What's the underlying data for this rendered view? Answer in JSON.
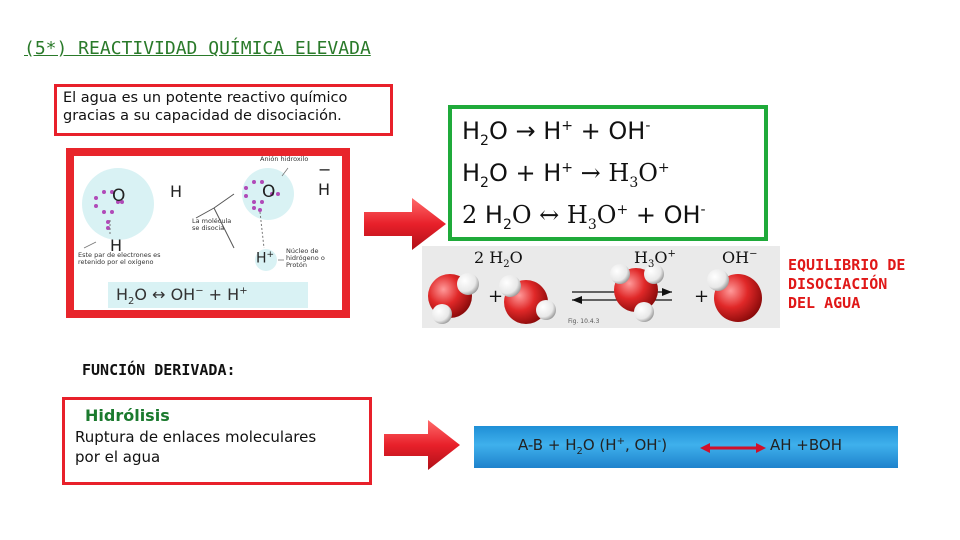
{
  "title": "(5*) REACTIVIDAD QUÍMICA ELEVADA",
  "intro": {
    "line1": "El agua es un potente reactivo químico",
    "line2": "gracias a su capacidad de disociación."
  },
  "diagram": {
    "anion_label": "Anión hidroxilo",
    "minus_sign": "−",
    "o_left": "O",
    "h_left": "H",
    "h_bottom": "H",
    "o_right": "O",
    "h_right": "H",
    "molecule_note_1": "La molécula",
    "molecule_note_2": "se disocia",
    "electrons_note_1": "Este par de electrones es",
    "electrons_note_2": "retenido por el oxígeno",
    "hplus": "H",
    "hplus_sup": "+",
    "nucleus_note_1": "Núcleo de",
    "nucleus_note_2": "hidrógeno o",
    "nucleus_note_3": "Protón",
    "bottom_eq_h2o": "H",
    "bottom_eq_2": "2",
    "bottom_eq_rest": "O  ↔  OH",
    "bottom_eq_minus": "−",
    "bottom_eq_plus": "  +  H",
    "bottom_eq_plussup": "+"
  },
  "equations": {
    "l1_a": "H",
    "l1_sub": "2",
    "l1_b": "O  →  H",
    "l1_sup": "+",
    "l1_c": " + OH",
    "l1_sup2": "-",
    "l2_a": "H",
    "l2_sub": "2",
    "l2_b": "O  +  H",
    "l2_sup": "+",
    "l2_c": "  →  H",
    "l2_sub2": "3",
    "l2_d": "O",
    "l2_sup2": "+",
    "l3_a": "2 ",
    "l3_b": "H",
    "l3_sub": "2",
    "l3_c": "O  ↔  H",
    "l3_sub2": "3",
    "l3_d": "O",
    "l3_sup": "+",
    "l3_e": " + OH",
    "l3_sup2": "-"
  },
  "strip": {
    "label_left": "2 H",
    "label_left_sub": "2",
    "label_left_o": "O",
    "label_mid": "H",
    "label_mid_sub": "3",
    "label_mid_o": "O",
    "label_mid_sup": "+",
    "label_right": "OH",
    "label_right_sup": "−",
    "plus1": "+",
    "plus2": "+",
    "fig": "Fig. 10.4.3"
  },
  "equilibrium_label": {
    "line1": "EQUILIBRIO DE",
    "line2": "DISOCIACIÓN",
    "line3": "DEL AGUA"
  },
  "derived_function_label": "FUNCIÓN DERIVADA:",
  "hydrolysis": {
    "title": "Hidrólisis",
    "desc_line1": " Ruptura  de enlaces moleculares",
    "desc_line2": "por el agua"
  },
  "banner": {
    "left": "A-B + H",
    "left_sub": "2",
    "left_mid": "O (H",
    "left_sup1": "+",
    "left_sep": ", OH",
    "left_sup2": "-",
    "left_end": ")",
    "right": "AH +BOH"
  },
  "colors": {
    "title_green": "#2a7a2a",
    "box_red": "#e8202a",
    "box_green": "#1faa3a",
    "equilibrium_red": "#e01818",
    "arrow_red": "#e8202a",
    "banner_blue": "#1f8fd6"
  }
}
